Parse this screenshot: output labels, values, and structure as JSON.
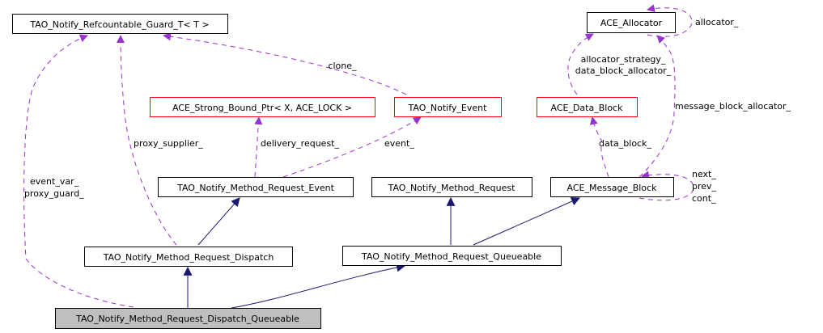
{
  "diagram": {
    "type": "collaboration-graph",
    "colors": {
      "inheritance_edge": "#191970",
      "usage_edge": "#9a32cd",
      "node_border_default": "#000000",
      "node_border_template": "#ff0000",
      "focus_node_fill": "#bfbfbf"
    },
    "nodes": {
      "guard": {
        "label": "TAO_Notify_Refcountable_Guard_T< T >",
        "kind": "class"
      },
      "allocator": {
        "label": "ACE_Allocator",
        "kind": "class"
      },
      "strong_ptr": {
        "label": "ACE_Strong_Bound_Ptr< X, ACE_LOCK >",
        "kind": "template-instance"
      },
      "event": {
        "label": "TAO_Notify_Event",
        "kind": "template-instance"
      },
      "data_block": {
        "label": "ACE_Data_Block",
        "kind": "template-instance"
      },
      "req_event": {
        "label": "TAO_Notify_Method_Request_Event",
        "kind": "class"
      },
      "method_req": {
        "label": "TAO_Notify_Method_Request",
        "kind": "class"
      },
      "msg_block": {
        "label": "ACE_Message_Block",
        "kind": "class"
      },
      "dispatch": {
        "label": "TAO_Notify_Method_Request_Dispatch",
        "kind": "class"
      },
      "queueable": {
        "label": "TAO_Notify_Method_Request_Queueable",
        "kind": "class"
      },
      "dispatch_queueable": {
        "label": "TAO_Notify_Method_Request_Dispatch_Queueable",
        "kind": "focus"
      }
    },
    "edge_labels": {
      "clone": "clone_",
      "allocator_self": "allocator_",
      "alloc_strategy": "allocator_strategy_",
      "data_block_allocator": "data_block_allocator_",
      "message_block_allocator": "message_block_allocator_",
      "proxy_supplier": "proxy_supplier_",
      "delivery_request": "delivery_request_",
      "event": "event_",
      "data_block": "data_block_",
      "next": "next_",
      "prev": "prev_",
      "cont": "cont_",
      "event_var": "event_var_",
      "proxy_guard": "proxy_guard_"
    },
    "edges": [
      {
        "from": "event",
        "to": "guard",
        "kind": "usage",
        "labels": [
          "clone_"
        ]
      },
      {
        "from": "allocator",
        "to": "allocator",
        "kind": "usage",
        "labels": [
          "allocator_"
        ]
      },
      {
        "from": "data_block",
        "to": "allocator",
        "kind": "usage",
        "labels": [
          "allocator_strategy_",
          "data_block_allocator_"
        ]
      },
      {
        "from": "msg_block",
        "to": "allocator",
        "kind": "usage",
        "labels": [
          "message_block_allocator_"
        ]
      },
      {
        "from": "dispatch",
        "to": "guard",
        "kind": "usage",
        "labels": [
          "proxy_supplier_"
        ]
      },
      {
        "from": "req_event",
        "to": "strong_ptr",
        "kind": "usage",
        "labels": [
          "delivery_request_"
        ]
      },
      {
        "from": "req_event",
        "to": "event",
        "kind": "usage",
        "labels": [
          "event_"
        ]
      },
      {
        "from": "msg_block",
        "to": "data_block",
        "kind": "usage",
        "labels": [
          "data_block_"
        ]
      },
      {
        "from": "msg_block",
        "to": "msg_block",
        "kind": "usage",
        "labels": [
          "next_",
          "prev_",
          "cont_"
        ]
      },
      {
        "from": "dispatch_queueable",
        "to": "guard",
        "kind": "usage",
        "labels": [
          "event_var_",
          "proxy_guard_"
        ]
      },
      {
        "from": "dispatch",
        "to": "req_event",
        "kind": "inheritance",
        "labels": []
      },
      {
        "from": "queueable",
        "to": "method_req",
        "kind": "inheritance",
        "labels": []
      },
      {
        "from": "queueable",
        "to": "msg_block",
        "kind": "inheritance",
        "labels": []
      },
      {
        "from": "dispatch_queueable",
        "to": "dispatch",
        "kind": "inheritance",
        "labels": []
      },
      {
        "from": "dispatch_queueable",
        "to": "queueable",
        "kind": "inheritance",
        "labels": []
      }
    ]
  }
}
